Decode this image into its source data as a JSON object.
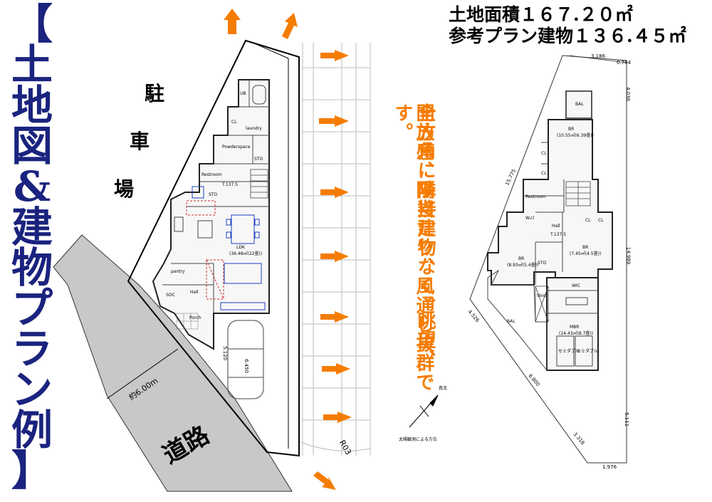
{
  "title": {
    "lines": [
      "【",
      "土",
      "地",
      "図",
      "&",
      "建",
      "物",
      "プ",
      "ラ",
      "ン",
      "例",
      "】"
    ],
    "color": "#1a237e"
  },
  "area": {
    "land": "土地面積１６７.２０㎡",
    "building": "参考プラン建物１３６.４５㎡"
  },
  "catchphrase": {
    "col1": "全方角に隣接建物なく、",
    "col2": "開放感、陽当たり、風通し抜群です。",
    "col2b": "眺望、",
    "color": "#f57c00"
  },
  "site": {
    "parking_label": [
      "駐",
      "車",
      "場"
    ],
    "road_label": "道路",
    "road_width": "約6.00m",
    "road_code": "R03",
    "north_caption": "太陽観測による方位",
    "north_label": "真北"
  },
  "floor1": {
    "rooms": {
      "ub": "UB",
      "cl": "CL",
      "laundry": "laundry",
      "powder": "Powderspace",
      "sto": "STO",
      "restroom": "Restroom",
      "sto2": "STO",
      "ldk": "LDK",
      "ldk_size": "(36.48㎡(22畳))",
      "pantry": "pantry",
      "hall": "Hall",
      "soc": "SOC",
      "porch": "Porch",
      "level": "T.137.5"
    },
    "dims": [
      "6.450",
      "5.120"
    ]
  },
  "floor2": {
    "rooms": {
      "bal_top": "BAL",
      "br1": "BR",
      "br1_size": "(10.55㎡(6.39畳))",
      "cl1": "CL",
      "cl2": "CL",
      "restroom": "Restroom",
      "wcl": "W.cl",
      "hall": "Hall",
      "level": "T.137.5",
      "br2": "BR",
      "br2_size": "(8.93㎡(5.4畳))",
      "sto": "STO",
      "br3": "BR",
      "br3_size": "(7.45㎡(4.5畳))",
      "cl3": "CL",
      "cl4": "CL",
      "void": "Void",
      "wic": "WIC",
      "mbr": "MBR",
      "mbr_size": "(14.43㎡(8.7畳))",
      "bed1": "セミダブル",
      "bed2": "セミダブル",
      "bal_bottom": "BAL"
    },
    "dims": [
      "3.186",
      "0.784",
      "4.036",
      "15.775",
      "14.989",
      "4.526",
      "6.800",
      "3.316",
      "5.111",
      "1.976"
    ]
  }
}
